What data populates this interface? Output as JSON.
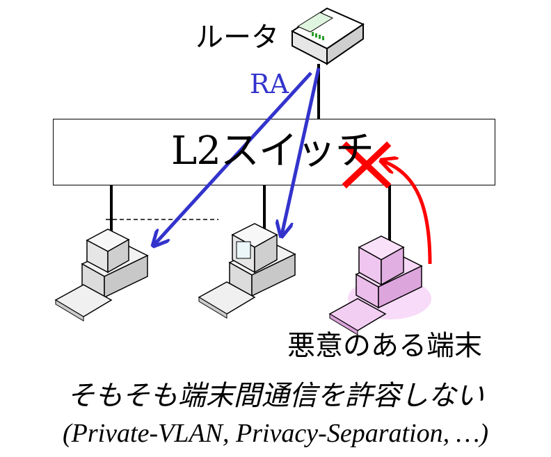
{
  "router_label": "ルータ",
  "ra_label": "RA",
  "switch_label": "L2スイッチ",
  "malicious_label": "悪意のある端末",
  "caption_main": "そもそも端末間通信を許容しない",
  "caption_sub": "(Private-VLAN, Privacy-Separation, …)",
  "colors": {
    "ra_arrow": "#3333cc",
    "blocked_arrow": "#ff0000",
    "malicious_host_tint": "#f0b8f0"
  },
  "icons": {
    "router": "router-icon",
    "host": "desktop-computer-icon",
    "block": "red-x-icon"
  }
}
